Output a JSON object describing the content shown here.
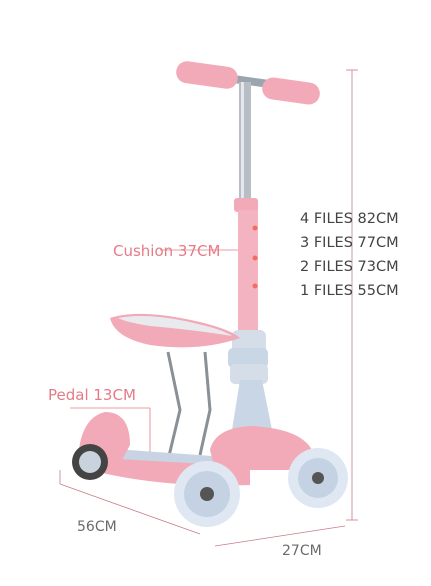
{
  "labels": {
    "cushion": "Cushion 37CM",
    "pedal": "Pedal 13CM",
    "length": "56CM",
    "width": "27CM"
  },
  "height_settings": [
    "4 FILES 82CM",
    "3 FILES 77CM",
    "2 FILES 73CM",
    "1 FILES 55CM"
  ],
  "colors": {
    "scooter_pink": "#f2a9b8",
    "deck_blue": "#c9d6e6",
    "label_pink": "#e57b86",
    "dimension_gray": "#6b6b6b"
  }
}
